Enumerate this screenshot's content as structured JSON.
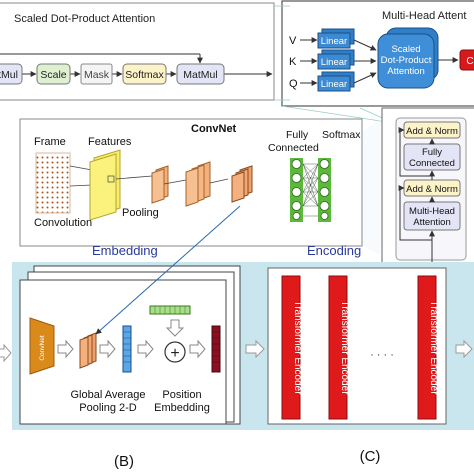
{
  "sdpa": {
    "title": "Scaled Dot-Product Attention",
    "blocks": [
      "tMul",
      "Scale",
      "Mask",
      "Softmax",
      "MatMul"
    ]
  },
  "mha": {
    "title": "Multi-Head Attent",
    "inputs": [
      "V",
      "K",
      "Q"
    ],
    "linear": "Linear",
    "attention_lines": [
      "Scaled",
      "Dot-Product",
      "Attention"
    ],
    "output_stub": "C"
  },
  "convnet": {
    "title": "ConvNet",
    "frame": "Frame",
    "features": "Features",
    "fully_connected_lines": [
      "Fully",
      "Connected"
    ],
    "softmax": "Softmax",
    "convolution": "Convolution",
    "pooling": "Pooling"
  },
  "encoder_block": {
    "add_norm": "Add & Norm",
    "fc_lines": [
      "Fully",
      "Connected"
    ],
    "mha_lines": [
      "Multi-Head",
      "Attention"
    ]
  },
  "embedding": {
    "header": "Embedding",
    "convnet_small": "ConvNet",
    "gap_lines": [
      "Global Average",
      "Pooling 2-D"
    ],
    "pos_lines": [
      "Position",
      "Embedding"
    ],
    "plus": "+"
  },
  "encoding": {
    "header": "Encoding",
    "transformer_label": "Transformer Encoder",
    "ellipsis": "· · · ·"
  },
  "panel_labels": [
    "(B)",
    "(C)"
  ],
  "colors": {
    "blue": "#2f7fc8",
    "green_block": "#dff0d0",
    "yellow_block": "#fdf3c8",
    "lavender": "#e4e4f7",
    "red": "#d7191c",
    "teal_bg": "#c9e6ee",
    "header_blue": "#2a3a9a"
  }
}
